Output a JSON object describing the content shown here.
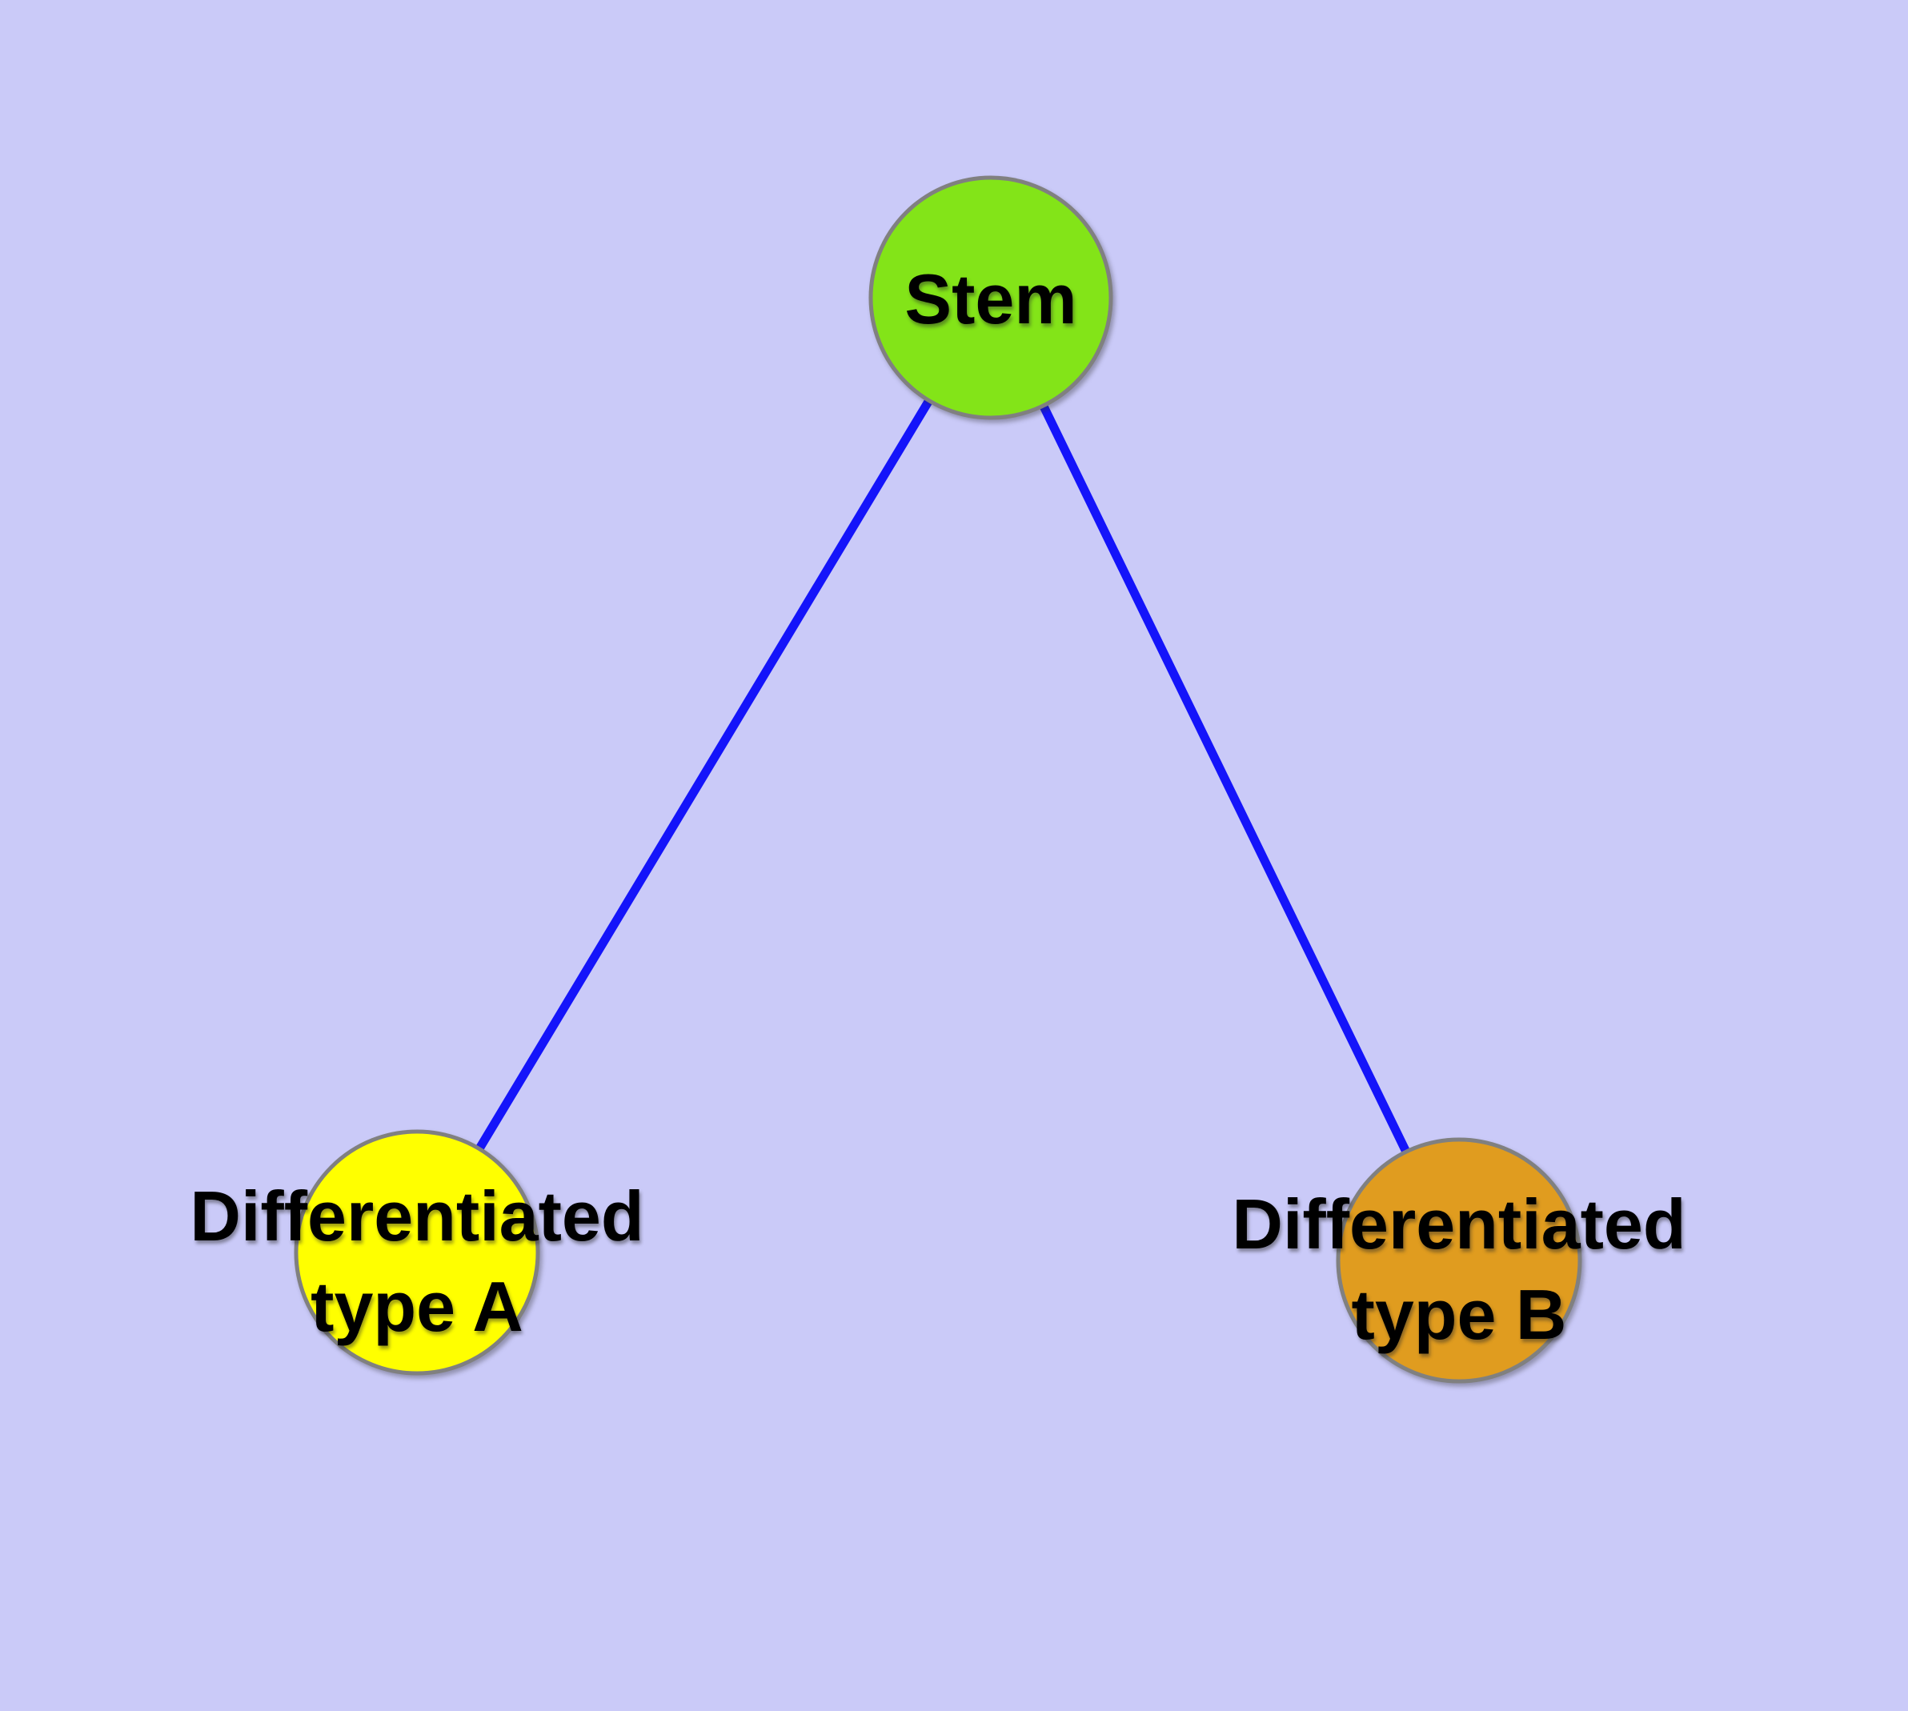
{
  "diagram": {
    "background_color": "#cacaf8",
    "edge_color": "#1414fa",
    "node_border_color": "#808080",
    "text_color": "#000000",
    "nodes": [
      {
        "id": "stem",
        "label": "Stem",
        "fill": "#83e418"
      },
      {
        "id": "differentiated-type-a",
        "label_line1": "Differentiated",
        "label_line2": "type A",
        "fill": "#ffff00"
      },
      {
        "id": "differentiated-type-b",
        "label_line1": "Differentiated",
        "label_line2": "type B",
        "fill": "#e09c1f"
      }
    ],
    "edges": [
      {
        "from": "stem",
        "to": "differentiated-type-a"
      },
      {
        "from": "stem",
        "to": "differentiated-type-b"
      }
    ]
  }
}
